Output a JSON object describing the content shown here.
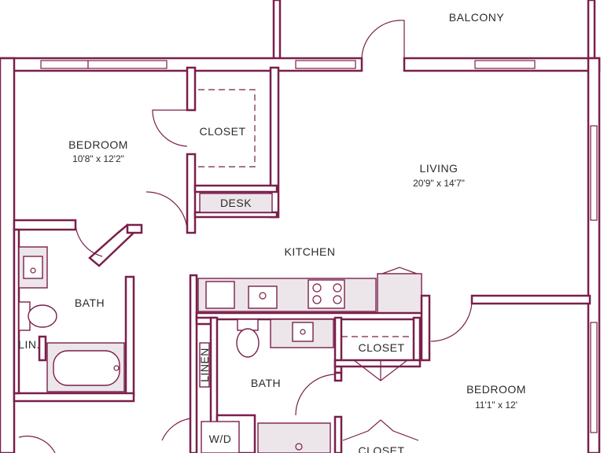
{
  "rooms": {
    "balcony": "BALCONY",
    "bedroom_1": "BEDROOM",
    "bedroom_1_dim": "10'8\" x 12'2\"",
    "closet_1": "CLOSET",
    "desk": "DESK",
    "living": "LIVING",
    "living_dim": "20'9\" x 14'7\"",
    "kitchen": "KITCHEN",
    "bath_1": "BATH",
    "linen_1": "LIN.",
    "linen_2": "LINEN",
    "bath_2": "BATH",
    "closet_2": "CLOSET",
    "bedroom_2": "BEDROOM",
    "bedroom_2_dim": "11'1\" x 12'",
    "wd": "W/D",
    "closet_3": "CLOSET"
  },
  "colors": {
    "wall": "#7a1f4a",
    "fixture": "#ece6ea",
    "text": "#2b2b2b"
  }
}
